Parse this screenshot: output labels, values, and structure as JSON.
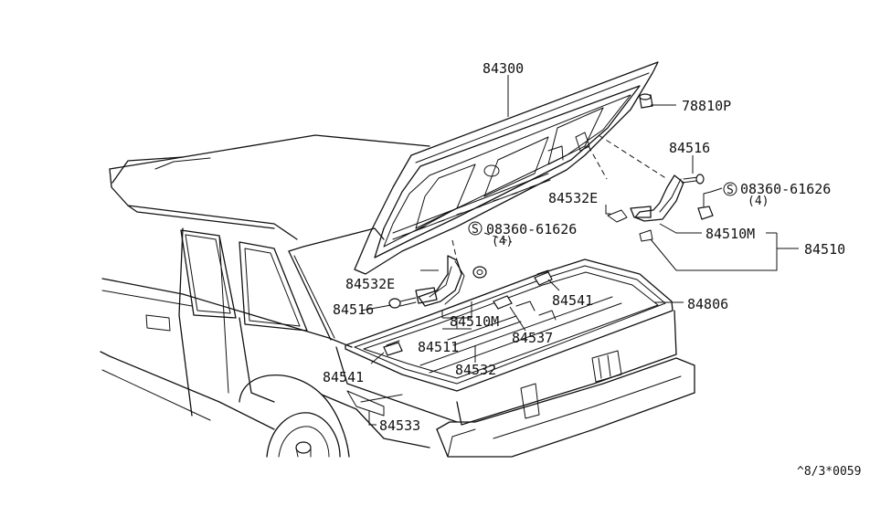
{
  "labels": {
    "p84300": "84300",
    "p78810P": "78810P",
    "p84516_top": "84516",
    "bolt_top": "08360-61626",
    "bolt_top_qty": "(4)",
    "p84532E_top": "84532E",
    "p84510M_top": "84510M",
    "p84510": "84510",
    "bolt_mid": "08360-61626",
    "bolt_mid_qty": "(4)",
    "p84532E_left": "84532E",
    "p84516_left": "84516",
    "p84510M_left": "84510M",
    "p84541_right": "84541",
    "p84806": "84806",
    "p84511": "84511",
    "p84537": "84537",
    "p84541_left": "84541",
    "p84532": "84532",
    "p84533": "84533"
  },
  "symbols": {
    "screw_mark": "S"
  },
  "diagram_code": "^8/3*0059"
}
